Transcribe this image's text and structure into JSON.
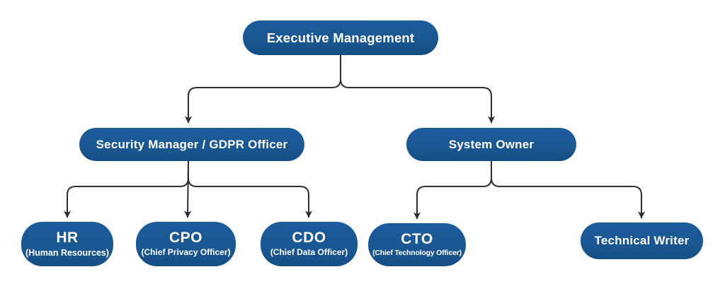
{
  "diagram": {
    "type": "org-chart",
    "background": "#fdfdfd",
    "colors": {
      "node_fill": "#1a5792",
      "node_text": "#ffffff",
      "connector": "#2a2f36"
    },
    "nodes": {
      "executive_management": {
        "label": "Executive Management"
      },
      "security_manager": {
        "label": "Security Manager / GDPR Officer"
      },
      "system_owner": {
        "label": "System Owner"
      },
      "hr": {
        "label": "HR",
        "sublabel": "(Human Resources)"
      },
      "cpo": {
        "label": "CPO",
        "sublabel": "(Chief Privacy Officer)"
      },
      "cdo": {
        "label": "CDO",
        "sublabel": "(Chief Data Officer)"
      },
      "cto": {
        "label": "CTO",
        "sublabel": "(Chief Technology Officer)"
      },
      "technical_writer": {
        "label": "Technical Writer"
      }
    },
    "edges": [
      {
        "from": "executive_management",
        "to": "security_manager"
      },
      {
        "from": "executive_management",
        "to": "system_owner"
      },
      {
        "from": "security_manager",
        "to": "hr"
      },
      {
        "from": "security_manager",
        "to": "cpo"
      },
      {
        "from": "security_manager",
        "to": "cdo"
      },
      {
        "from": "system_owner",
        "to": "cto"
      },
      {
        "from": "system_owner",
        "to": "technical_writer"
      }
    ]
  }
}
